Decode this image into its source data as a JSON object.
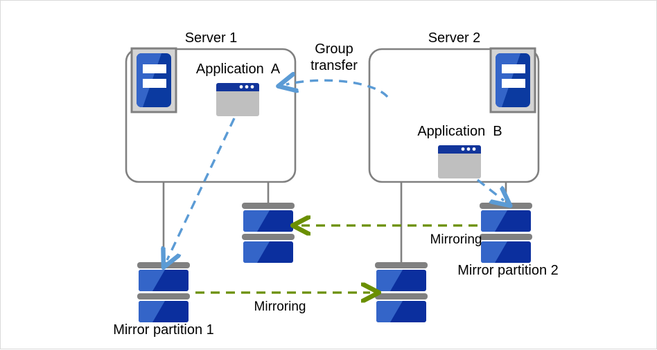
{
  "diagram": {
    "title_server1": "Server 1",
    "title_server2": "Server 2",
    "app_a": "Application  A",
    "app_b": "Application  B",
    "group_transfer_line1": "Group",
    "group_transfer_line2": "transfer",
    "mirroring_top": "Mirroring",
    "mirroring_bottom": "Mirroring",
    "mirror_partition_1": "Mirror partition 1",
    "mirror_partition_2": "Mirror partition 2",
    "icons": {
      "server_a": "server-icon",
      "server_b": "server-icon",
      "app_a": "application-window-icon",
      "app_b": "application-window-icon",
      "disk_1": "disk-stack-icon",
      "disk_2": "disk-stack-icon",
      "disk_3": "disk-stack-icon",
      "disk_4": "disk-stack-icon"
    },
    "colors": {
      "frame_border": "#d9d9d9",
      "box_stroke": "#808080",
      "connector": "#808080",
      "blue_arrow": "#5b9bd5",
      "green_arrow": "#6a8f00",
      "disk_light": "#3465c8",
      "disk_dark": "#0b2f9e",
      "disk_cap": "#808080",
      "server_light": "#3465c8",
      "server_dark": "#0b3aa0",
      "app_titlebar": "#12359b",
      "app_body": "#bfbfbf",
      "text": "#000000"
    }
  }
}
